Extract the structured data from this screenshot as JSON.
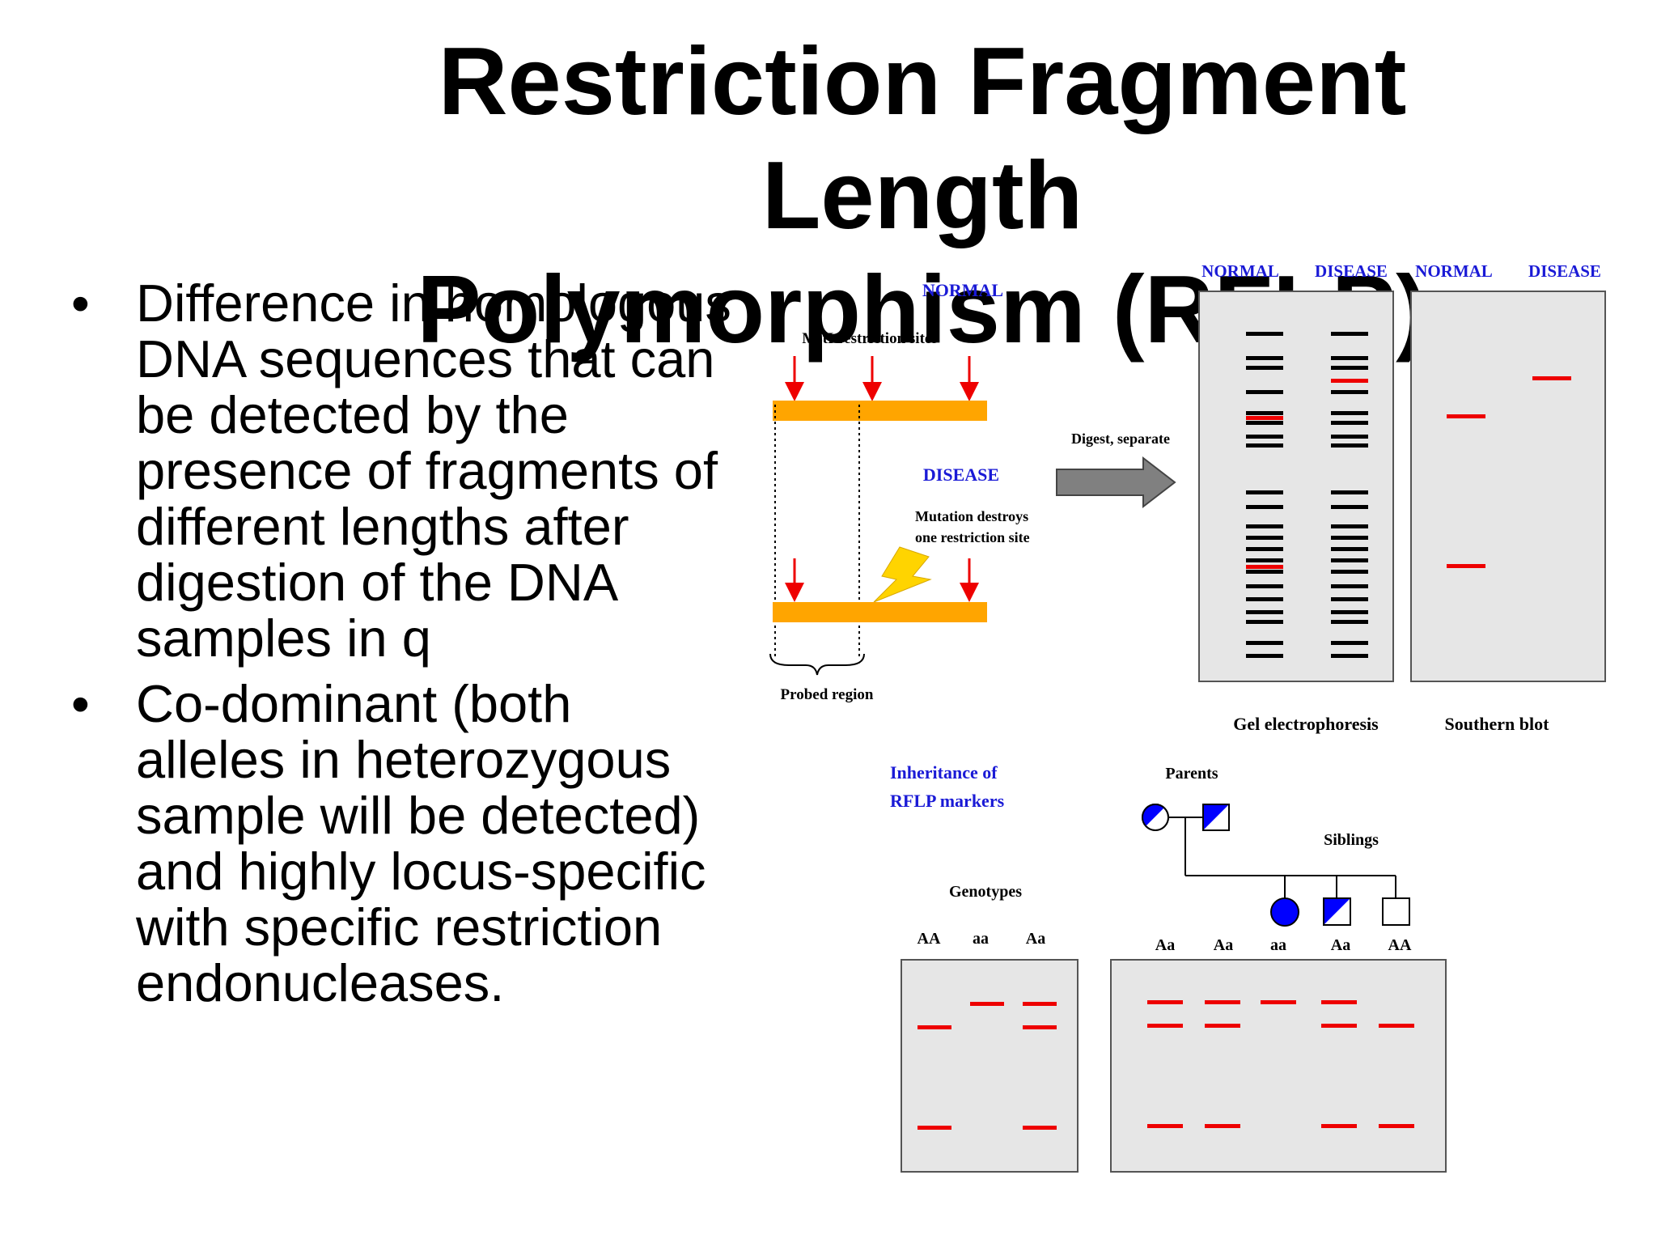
{
  "title": {
    "line1": "Restriction Fragment Length",
    "line2": "Polymorphism (RFLP)"
  },
  "bullets": [
    "Difference in homologous DNA sequences that can be detected by the presence of fragments of different lengths after digestion of the DNA samples in q",
    "Co-dominant (both alleles in heterozygous sample will be detected) and highly locus-specific with specific restriction endonucleases."
  ],
  "bullet_glyph": "•",
  "colors": {
    "label_blue": "#1a1ad6",
    "dna_orange": "#ffa500",
    "band_red": "#ee0000",
    "band_black": "#000000",
    "gel_bg": "#e6e6e6",
    "bolt_yellow": "#ffd400",
    "arrow_gray": "#808080",
    "symbol_blue": "#0000ff"
  },
  "diagram": {
    "normal_label": "NORMAL",
    "msti_label": "MstI restriction sites",
    "disease_label": "DISEASE",
    "mutation_label_1": "Mutation destroys",
    "mutation_label_2": "one restriction site",
    "probed_label": "Probed region",
    "digest_label": "Digest, separate",
    "gel_headers": [
      "NORMAL",
      "DISEASE",
      "NORMAL",
      "DISEASE"
    ],
    "gel_caption": "Gel electrophoresis",
    "blot_caption": "Southern blot",
    "inheritance_label_1": "Inheritance of",
    "inheritance_label_2": "RFLP markers",
    "parents_label": "Parents",
    "siblings_label": "Siblings",
    "genotypes_label": "Genotypes",
    "genotype_cols": [
      "AA",
      "aa",
      "Aa"
    ],
    "family_cols": [
      "Aa",
      "Aa",
      "aa",
      "Aa",
      "AA"
    ]
  }
}
